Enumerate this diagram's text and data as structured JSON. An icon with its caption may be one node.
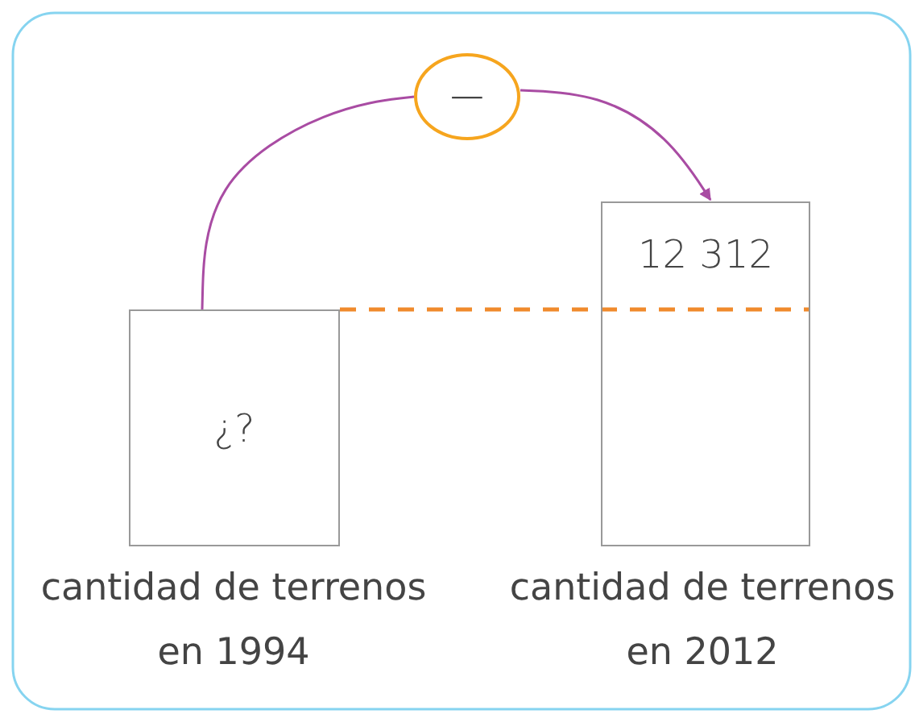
{
  "diagram": {
    "nodes": [
      {
        "text": [
          "¿?"
        ],
        "beside": [
          "cantidad de terrenos en 1994"
        ]
      },
      {
        "text": [
          "−"
        ]
      },
      {
        "text": [
          "12 312"
        ],
        "beside": [
          "cantidad de terrenos en 2012"
        ]
      }
    ],
    "edges": [
      {
        "from": 0,
        "to": 1,
        "arrow": "none"
      },
      {
        "from": 1,
        "to": 2,
        "arrow": "to"
      },
      {
        "from": 0,
        "to": 2,
        "arrow": "none",
        "style": "dashed",
        "color": "#f08a2c"
      }
    ]
  }
}
